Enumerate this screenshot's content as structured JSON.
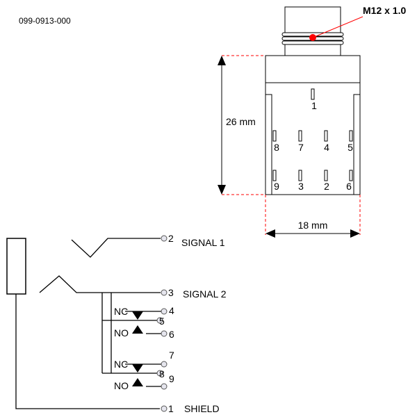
{
  "part_number": "099-0913-000",
  "thread_label": "M12 x 1.0",
  "dim_height": "26 mm",
  "dim_width": "18 mm",
  "pins": {
    "p1": "1",
    "p2": "2",
    "p3": "3",
    "p4": "4",
    "p5": "5",
    "p6": "6",
    "p7": "7",
    "p8": "8",
    "p9": "9"
  },
  "schematic": {
    "signal1": {
      "num": "2",
      "label": "SIGNAL 1"
    },
    "signal2": {
      "num": "3",
      "label": "SIGNAL 2"
    },
    "shield": {
      "num": "1",
      "label": "SHIELD"
    },
    "sw1": {
      "nc": "NC",
      "no": "NO",
      "nc_num": "4",
      "com_num": "5",
      "no_num": "6"
    },
    "sw2": {
      "nc": "NC",
      "no": "NO",
      "nc_num": "7",
      "com_num": "8",
      "no_num": "9"
    }
  },
  "colors": {
    "dimension": "#ff0000",
    "line": "#000000"
  }
}
